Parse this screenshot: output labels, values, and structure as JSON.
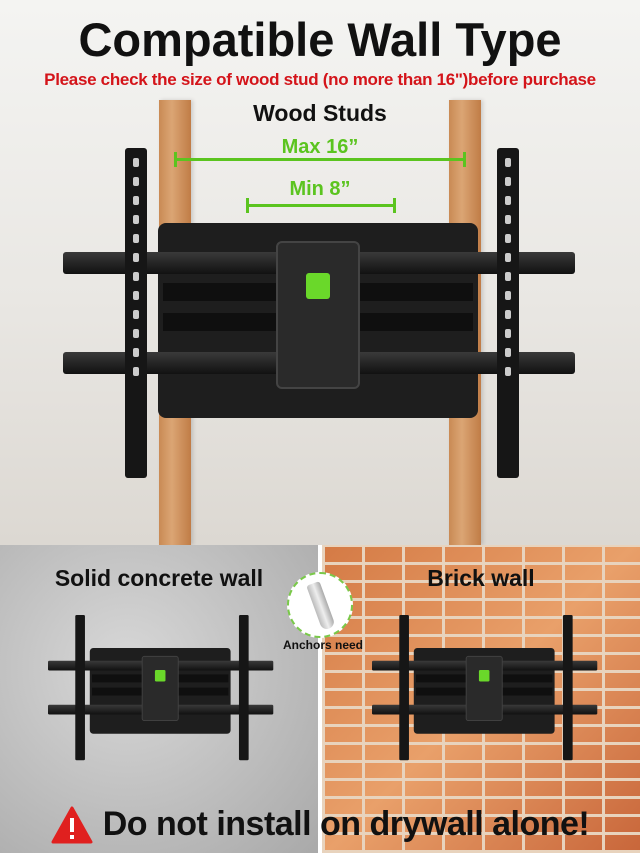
{
  "title": "Compatible Wall Type",
  "subtitle": "Please check the size of wood stud (no more than 16\")before purchase",
  "wood_studs": {
    "label": "Wood Studs",
    "max_label": "Max 16”",
    "min_label": "Min 8”"
  },
  "panels": [
    {
      "label": "Solid concrete wall"
    },
    {
      "label": "Brick wall"
    }
  ],
  "anchor": {
    "label": "Anchors need",
    "icon": "wall-anchor-icon"
  },
  "warning": {
    "text": "Do not install on drywall alone!",
    "icon": "warning-triangle-icon"
  },
  "colors": {
    "title": "#111111",
    "subtitle": "#d4141a",
    "measure": "#5bc41f",
    "warning": "#e0201f"
  }
}
